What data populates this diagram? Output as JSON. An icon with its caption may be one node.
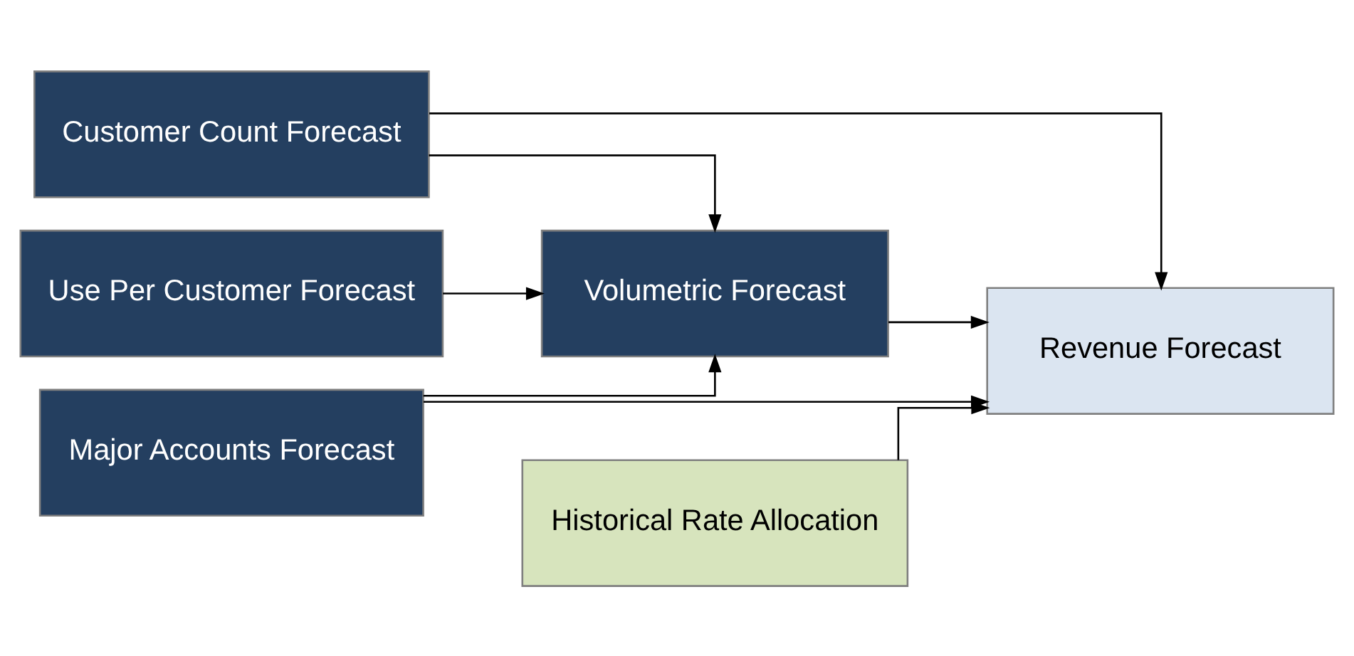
{
  "diagram": {
    "nodes": [
      {
        "text": [
          "Customer Count Forecast"
        ]
      },
      {
        "text": [
          "Use Per Customer Forecast"
        ]
      },
      {
        "text": [
          "Major Accounts Forecast"
        ]
      },
      {
        "text": [
          "Historical Rate Allocation"
        ]
      },
      {
        "text": [
          "Volumetric Forecast"
        ]
      },
      {
        "text": [
          "Revenue Forecast"
        ]
      }
    ],
    "edges": [
      {
        "from": 0,
        "to": 4,
        "arrow": "to"
      },
      {
        "from": 1,
        "to": 4,
        "arrow": "to"
      },
      {
        "from": 2,
        "to": 4,
        "arrow": "to"
      },
      {
        "from": 4,
        "to": 5,
        "arrow": "to"
      },
      {
        "from": 0,
        "to": 5,
        "arrow": "to"
      },
      {
        "from": 2,
        "to": 5,
        "arrow": "to"
      },
      {
        "from": 3,
        "to": 5,
        "arrow": "to"
      }
    ]
  }
}
